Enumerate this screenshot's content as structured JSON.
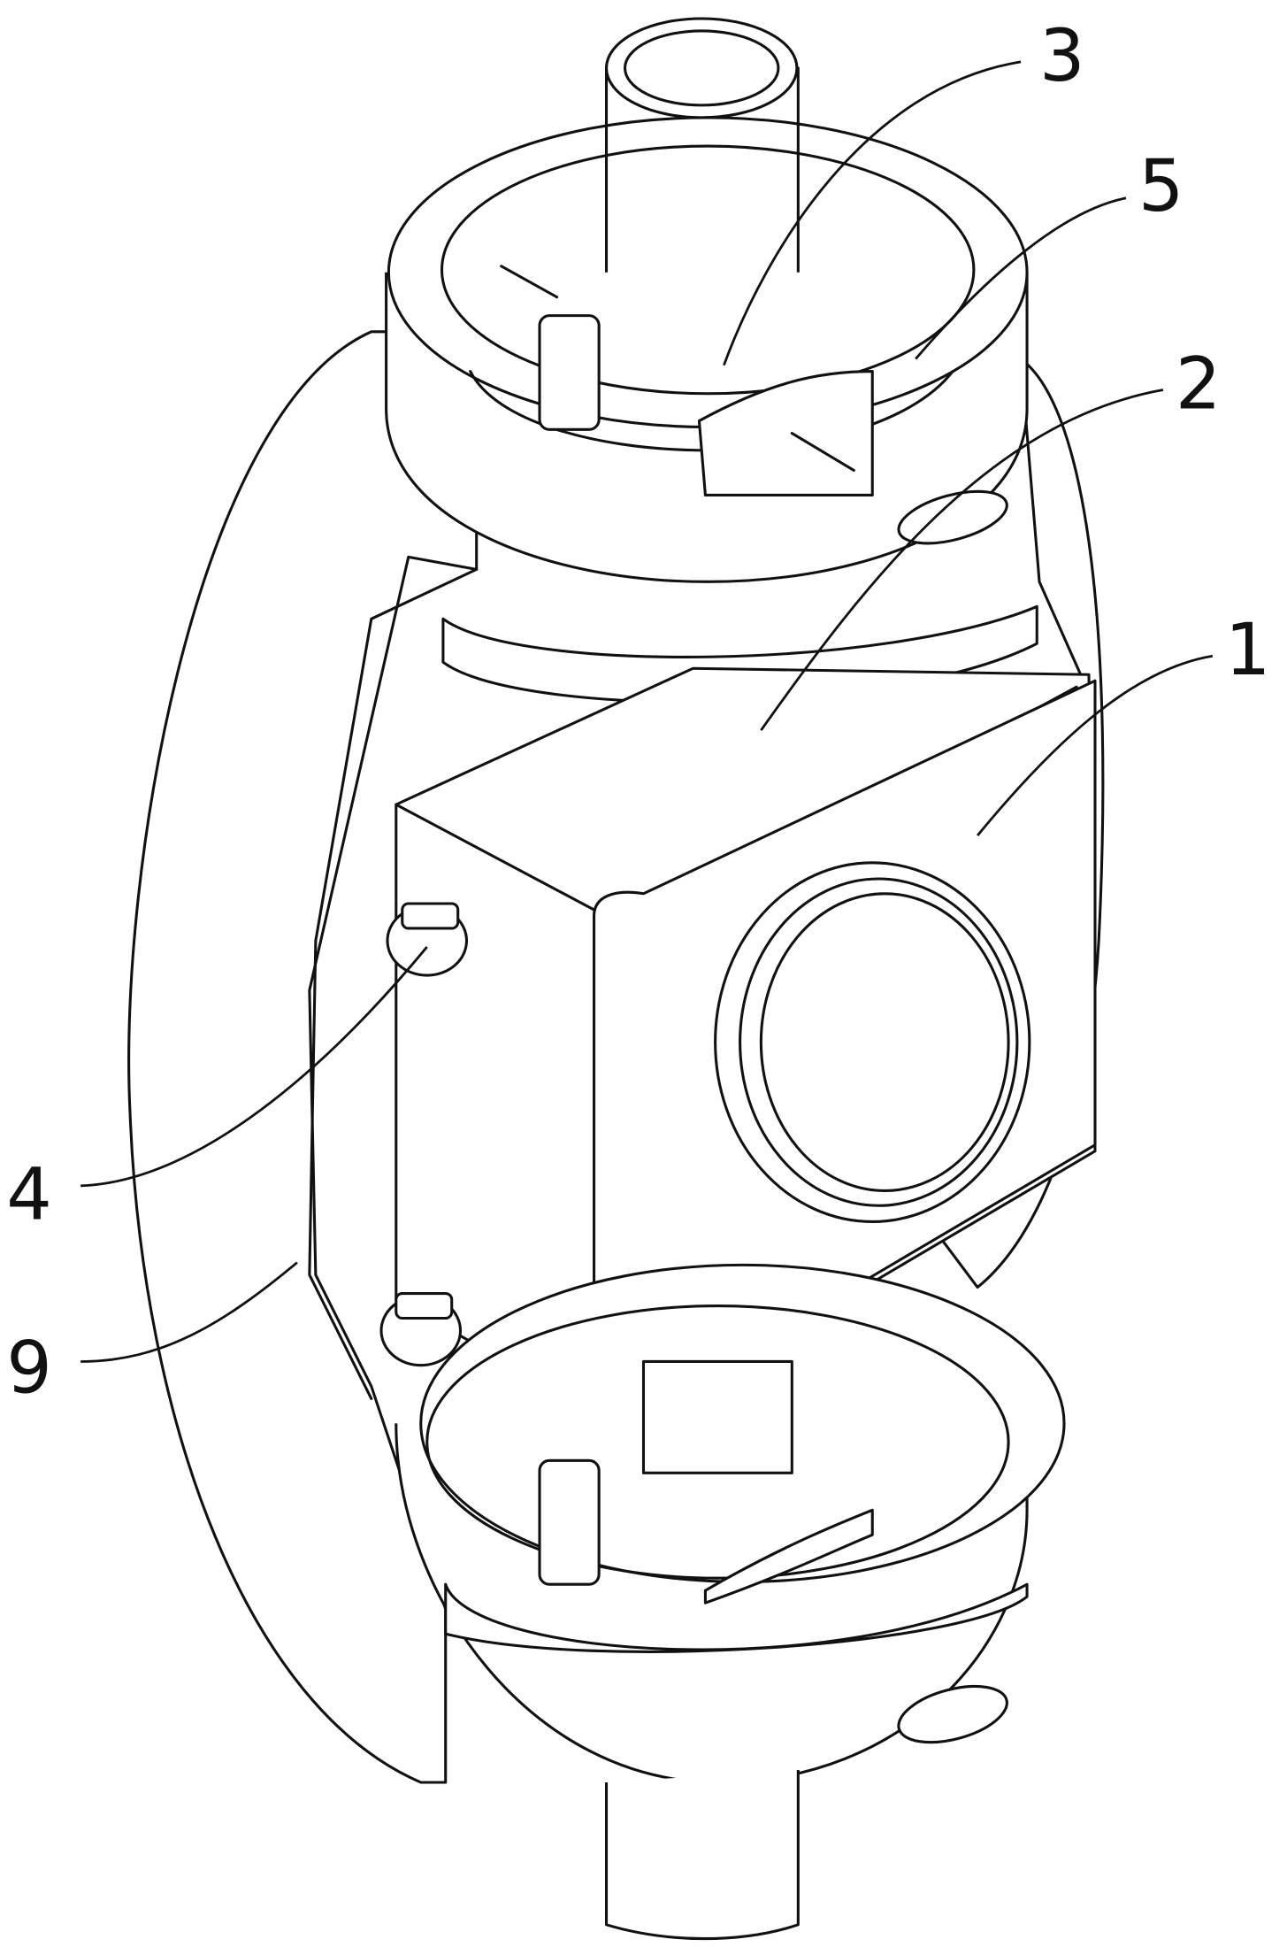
{
  "figure": {
    "labels": {
      "sensor_body": "1",
      "nut": "2",
      "pipe": "3",
      "hinge": "4",
      "clamp_ring": "5",
      "outer_shell": "9"
    },
    "line_color": "#111111",
    "background": "#ffffff"
  }
}
